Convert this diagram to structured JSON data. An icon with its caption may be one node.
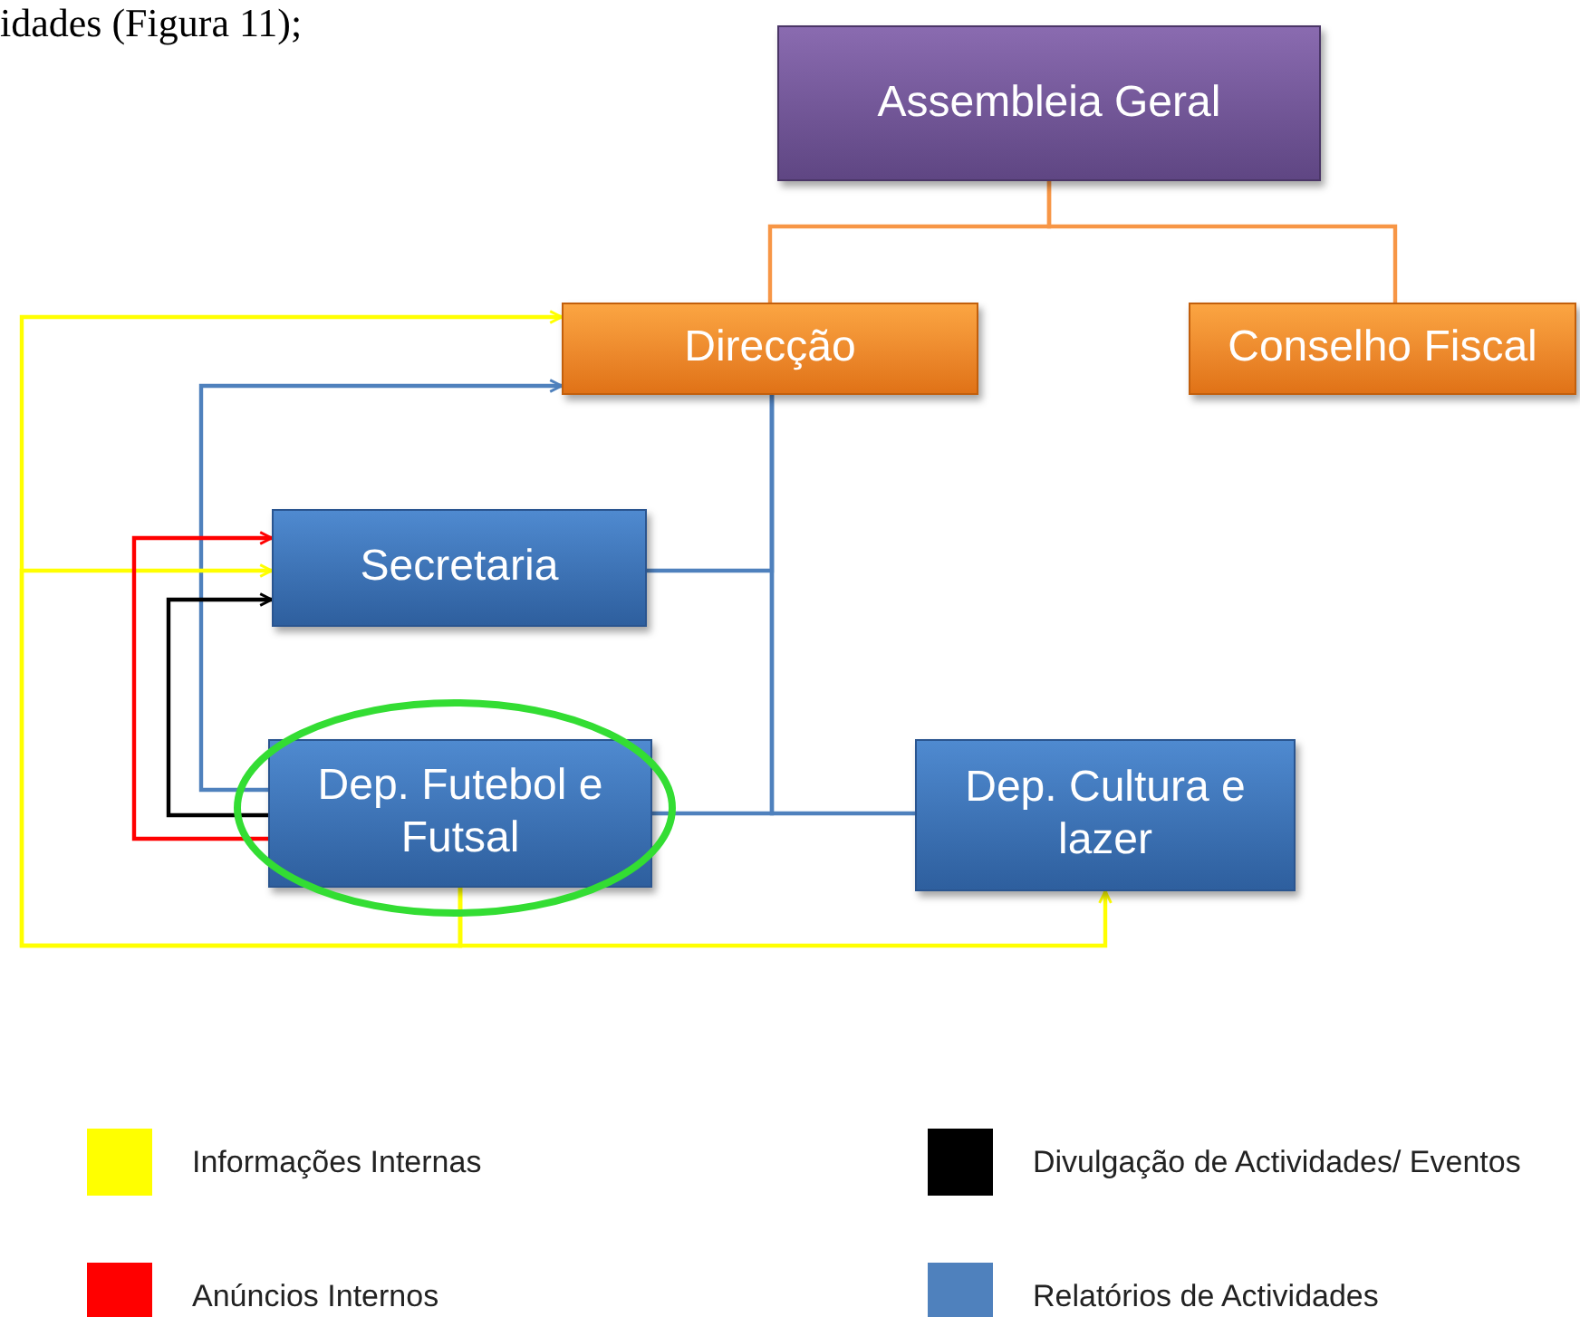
{
  "diagram": {
    "nodes": [
      {
        "text": [
          "Assembleia Geral"
        ]
      },
      {
        "text": [
          "Direcção"
        ]
      },
      {
        "text": [
          "Conselho Fiscal"
        ]
      },
      {
        "text": [
          "Secretaria"
        ]
      },
      {
        "text": [
          "Dep. Futebol e Futsal"
        ]
      },
      {
        "text": [
          "Dep. Cultura e lazer"
        ]
      }
    ],
    "edges": [
      {
        "from": 0,
        "to": 1,
        "arrow": "none",
        "color": "#f79646"
      },
      {
        "from": 0,
        "to": 2,
        "arrow": "none",
        "color": "#f79646"
      },
      {
        "from": 3,
        "to": 1,
        "arrow": "none",
        "color": "#4f81bd"
      },
      {
        "from": 4,
        "to": 1,
        "arrow": "none",
        "color": "#4f81bd"
      },
      {
        "from": 1,
        "to": 5,
        "arrow": "none",
        "color": "#4f81bd"
      },
      {
        "from": 4,
        "to": 1,
        "arrow": "to",
        "color": "#4f81bd"
      },
      {
        "from": 4,
        "to": 1,
        "arrow": "to",
        "color": "#ffff00"
      },
      {
        "from": 4,
        "to": 3,
        "arrow": "to",
        "color": "#ffff00"
      },
      {
        "from": 4,
        "to": 5,
        "arrow": "to",
        "color": "#ffff00"
      },
      {
        "from": 4,
        "to": 3,
        "arrow": "to",
        "color": "#ff0000"
      },
      {
        "from": 4,
        "to": 3,
        "arrow": "to",
        "color": "#000000"
      }
    ],
    "labels": [
      "idades (Figura 11);"
    ],
    "legend": [
      {
        "text": "Informações Internas",
        "color": "#ffff00"
      },
      {
        "text": "Divulgação de Actividades/ Eventos",
        "color": "#000000"
      },
      {
        "text": "Anúncios Internos",
        "color": "#ff0000"
      },
      {
        "text": "Relatórios de Actividades",
        "color": "#4f81bd"
      }
    ]
  }
}
